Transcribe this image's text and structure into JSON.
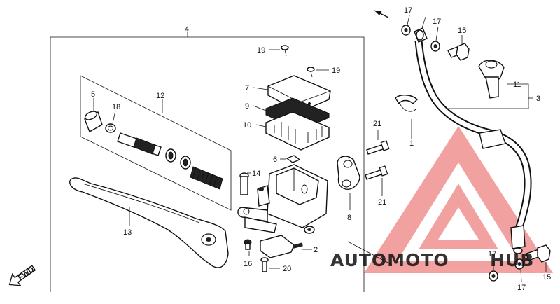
{
  "diagram": {
    "callouts": [
      {
        "id": "c4",
        "text": "4"
      },
      {
        "id": "c12",
        "text": "12"
      },
      {
        "id": "c5",
        "text": "5"
      },
      {
        "id": "c18",
        "text": "18"
      },
      {
        "id": "c13",
        "text": "13"
      },
      {
        "id": "c19a",
        "text": "19"
      },
      {
        "id": "c19b",
        "text": "19"
      },
      {
        "id": "c7",
        "text": "7"
      },
      {
        "id": "c9",
        "text": "9"
      },
      {
        "id": "c10",
        "text": "10"
      },
      {
        "id": "c6",
        "text": "6"
      },
      {
        "id": "c14",
        "text": "14"
      },
      {
        "id": "c8",
        "text": "8"
      },
      {
        "id": "c21a",
        "text": "21"
      },
      {
        "id": "c21b",
        "text": "21"
      },
      {
        "id": "c1",
        "text": "1"
      },
      {
        "id": "c2",
        "text": "2"
      },
      {
        "id": "c16",
        "text": "16"
      },
      {
        "id": "c20",
        "text": "20"
      },
      {
        "id": "c17a",
        "text": "17"
      },
      {
        "id": "c17b",
        "text": "17"
      },
      {
        "id": "c15a",
        "text": "15"
      },
      {
        "id": "c11",
        "text": "11"
      },
      {
        "id": "c3",
        "text": "3"
      },
      {
        "id": "c17c",
        "text": "17"
      },
      {
        "id": "c17d",
        "text": "17"
      },
      {
        "id": "c15b",
        "text": "15"
      }
    ],
    "fwd_label": "FWD",
    "watermark": {
      "part1": "AUTOMOTO",
      "part2": "HUB",
      "color_primary": "#f08080",
      "color_secondary": "#f2c063"
    }
  }
}
